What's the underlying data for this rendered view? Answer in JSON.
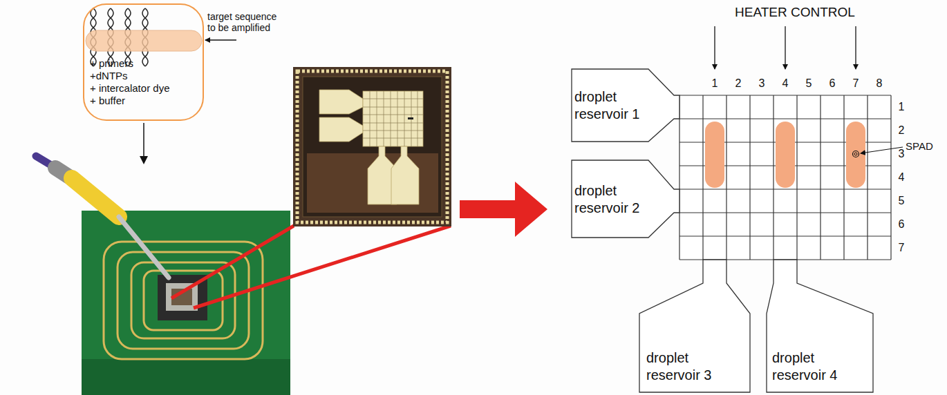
{
  "diagram": {
    "nodes": [
      {
        "text": [
          "+ primers",
          "+dNTPs",
          "+ intercalator dye",
          "+ buffer"
        ]
      },
      {
        "text": [
          "droplet reservoir 1"
        ]
      },
      {
        "text": [
          "droplet reservoir 2"
        ]
      },
      {
        "text": [
          "droplet reservoir 3"
        ]
      },
      {
        "text": [
          "droplet reservoir 4"
        ]
      }
    ],
    "labels": [
      "target sequence to be amplified",
      "HEATER CONTROL",
      "1",
      "2",
      "3",
      "4",
      "5",
      "6",
      "7",
      "8",
      "1",
      "2",
      "3",
      "4",
      "5",
      "6",
      "7",
      "SPAD"
    ]
  }
}
